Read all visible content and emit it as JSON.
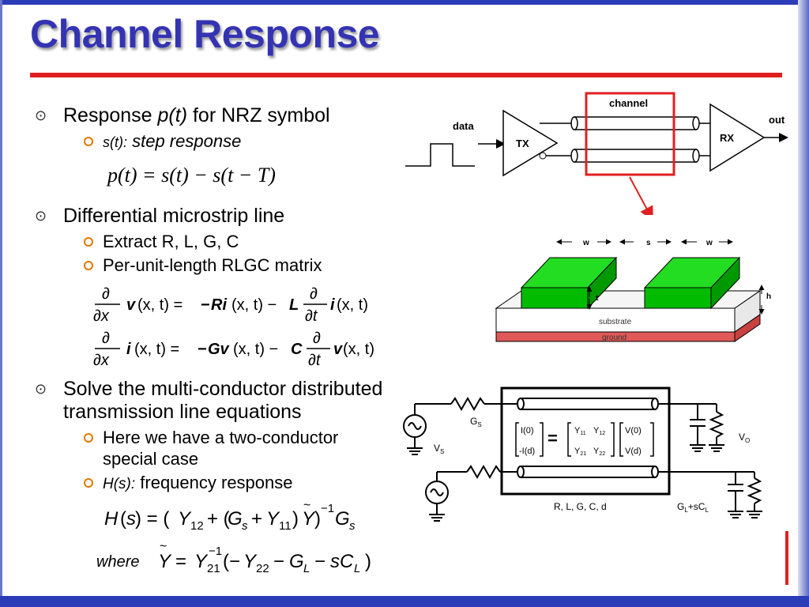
{
  "title": "Channel Response",
  "bullets": [
    {
      "pre": "Response ",
      "ital": "p(t)",
      "post": " for NRZ symbol",
      "subs": [
        {
          "ital": "s(t):",
          "text": " step response"
        }
      ]
    },
    {
      "text": "Differential microstrip line",
      "subs": [
        {
          "text": "Extract R, L, G, C"
        },
        {
          "text": "Per-unit-length RLGC matrix"
        }
      ]
    },
    {
      "line1": "Solve the multi-conductor distributed",
      "line2": "transmission line equations",
      "subs": [
        {
          "line1": "Here we have a two-conductor",
          "line2": "special case"
        },
        {
          "ital": "H(s):",
          "text": " frequency response"
        }
      ]
    }
  ],
  "equations": {
    "pt": "p(t) = s(t) − s(t − T)",
    "where": "where"
  },
  "diagram_channel": {
    "channel": "channel",
    "data": "data",
    "tx": "TX",
    "rx": "RX",
    "out": "out"
  },
  "diagram_microstrip": {
    "w": "w",
    "s": "s",
    "w2": "w",
    "t": "t",
    "h": "h",
    "substrate": "substrate",
    "ground": "ground"
  },
  "diagram_circuit": {
    "gs": "G",
    "gs_sub": "S",
    "vs": "V",
    "vs_sub": "S",
    "vo": "V",
    "vo_sub": "O",
    "i0": "I(0)",
    "id": "-I(d)",
    "y11": "Y",
    "y11_sub": "11",
    "y12": "Y",
    "y12_sub": "12",
    "y21": "Y",
    "y21_sub": "21",
    "y22": "Y",
    "y22_sub": "22",
    "v0": "V(0)",
    "vd": "V(d)",
    "eq": "=",
    "rlgc": "R, L, G, C, d",
    "gl": "G",
    "gl_sub": "L",
    "gl_plus": "+sC",
    "cl_sub": "L"
  }
}
